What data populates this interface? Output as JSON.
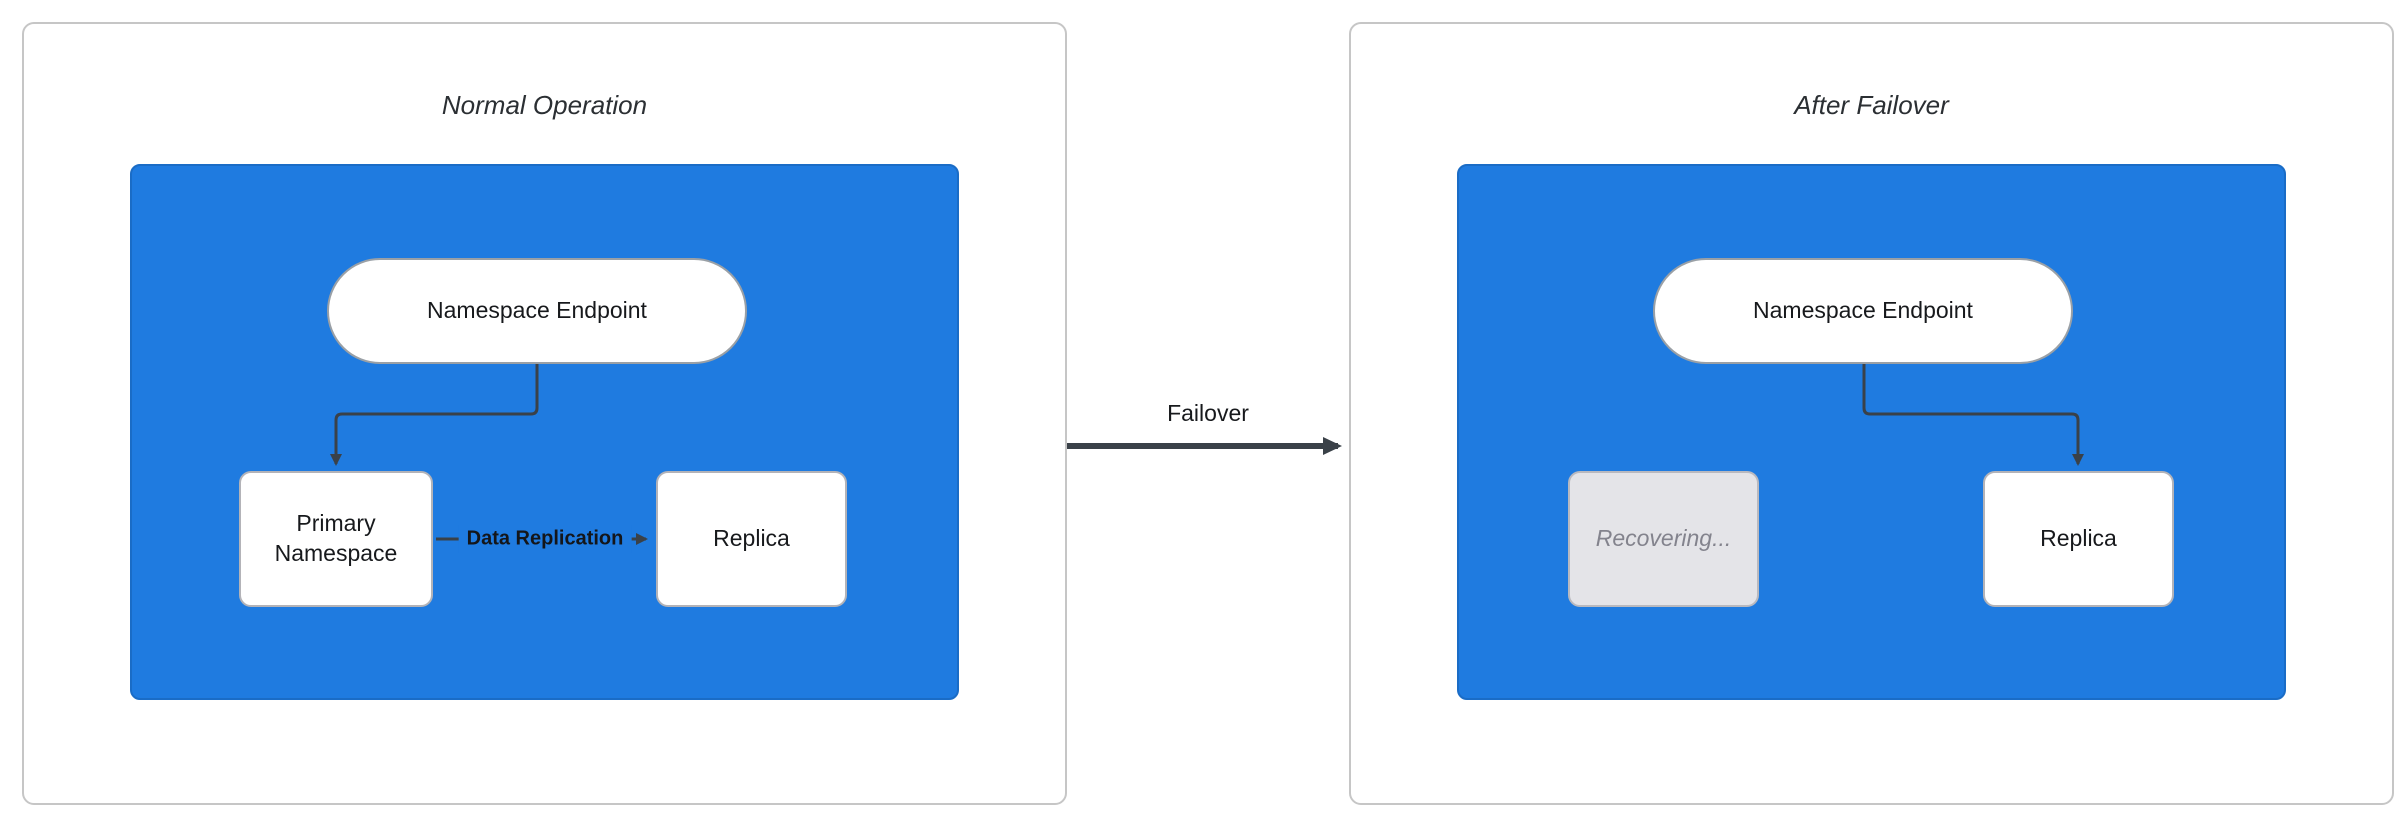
{
  "diagram": {
    "left_panel": {
      "title": "Normal Operation",
      "nodes": {
        "endpoint": "Namespace Endpoint",
        "primary": "Primary Namespace",
        "replica": "Replica"
      },
      "edges": {
        "replication": "Data Replication"
      }
    },
    "transition": {
      "label": "Failover"
    },
    "right_panel": {
      "title": "After Failover",
      "nodes": {
        "endpoint": "Namespace Endpoint",
        "recovering": "Recovering...",
        "replica": "Replica"
      }
    }
  },
  "colors": {
    "container_blue": "#1f7be0",
    "container_blue_border": "#1a6cc6",
    "arrow": "#3a4148",
    "recovering_bg": "#e4e4e8",
    "recovering_text": "#83838d"
  }
}
